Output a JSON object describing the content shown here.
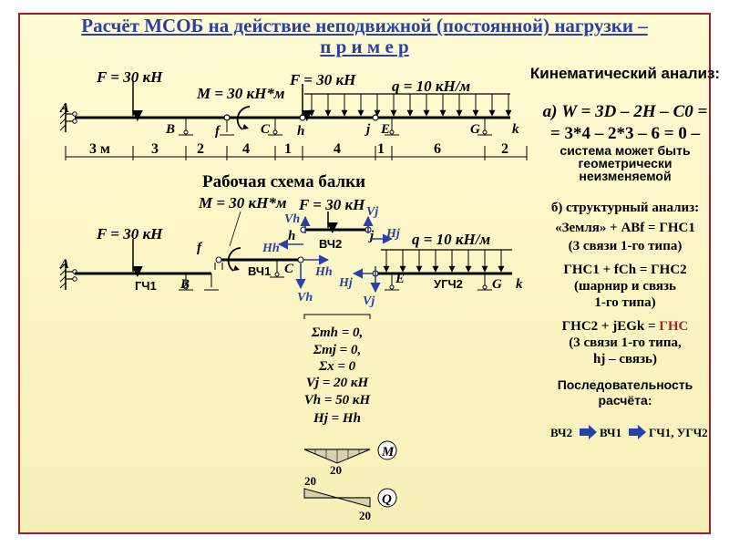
{
  "title": {
    "line1": "Расчёт МСОБ на действие неподвижной (постоянной) нагрузки –",
    "line2": "п р и м е р"
  },
  "colors": {
    "title": "#2a3fa8",
    "blue": "#2a3fa8",
    "red": "#b0202a",
    "frame": "#9a1f2a"
  },
  "top_beam": {
    "loads": {
      "F1": "F = 30 кН",
      "F2": "F = 30 кН",
      "M": "M = 30 кН*м",
      "q": "q = 10 кН/м"
    },
    "points": {
      "A": "A",
      "B": "B",
      "f": "f",
      "C": "C",
      "h": "h",
      "j": "j",
      "E": "E",
      "G": "G",
      "k": "k"
    },
    "dims": [
      "3 м",
      "3",
      "2",
      "4",
      "1",
      "4",
      "1",
      "6",
      "2"
    ]
  },
  "work_scheme": {
    "heading": "Рабочая схема балки",
    "loads": {
      "M": "M = 30 кН*м",
      "F_center": "F = 30 кН",
      "F_left": "F = 30 кН",
      "q": "q = 10 кН/м"
    },
    "points": {
      "A": "A",
      "B": "B",
      "f": "f",
      "C": "C",
      "h": "h",
      "j": "j",
      "E": "E",
      "G": "G",
      "k": "k"
    },
    "labels": {
      "gch1": "ГЧ1",
      "vch1": "ВЧ1",
      "vch2": "ВЧ2",
      "ugch2": "УГЧ2"
    },
    "forces": {
      "Vh": "Vh",
      "Hh": "Hh",
      "Vj": "Vj",
      "Hj": "Hj"
    }
  },
  "equations": {
    "lines": [
      "Σmh = 0,",
      "Σmj = 0,",
      "Σx = 0",
      "Vj = 20 кН",
      "Vh = 50 кН",
      "Hj = Hh"
    ],
    "M_label": "M",
    "Q_label": "Q",
    "M_value": "20",
    "Q_value_top": "20",
    "Q_value_bottom": "20"
  },
  "analysis": {
    "heading": "Кинематический анализ:",
    "formula": "а) W = 3D – 2H – C0 =",
    "formula_calc": "= 3*4 – 2*3 – 6 = 0 –",
    "conclusion": "система может быть геометрически неизменяемой",
    "structural_heading": "б) структурный анализ:",
    "step1": "«Земля» + ABf = ГНС1",
    "step1_note": "(3 связи 1-го типа)",
    "step2": "ГНС1 + fCh = ГНС2",
    "step2_note1": "(шарнир и связь",
    "step2_note2": "1-го типа)",
    "step3_a": "ГНС2 + jEGk = ",
    "step3_b": "ГНС",
    "step3_note1": "(3 связи 1-го типа,",
    "step3_note2": "hj – связь)",
    "sequence_heading": "Последовательность расчёта:",
    "sequence": [
      "ВЧ2",
      "ВЧ1",
      "ГЧ1, УГЧ2"
    ]
  }
}
